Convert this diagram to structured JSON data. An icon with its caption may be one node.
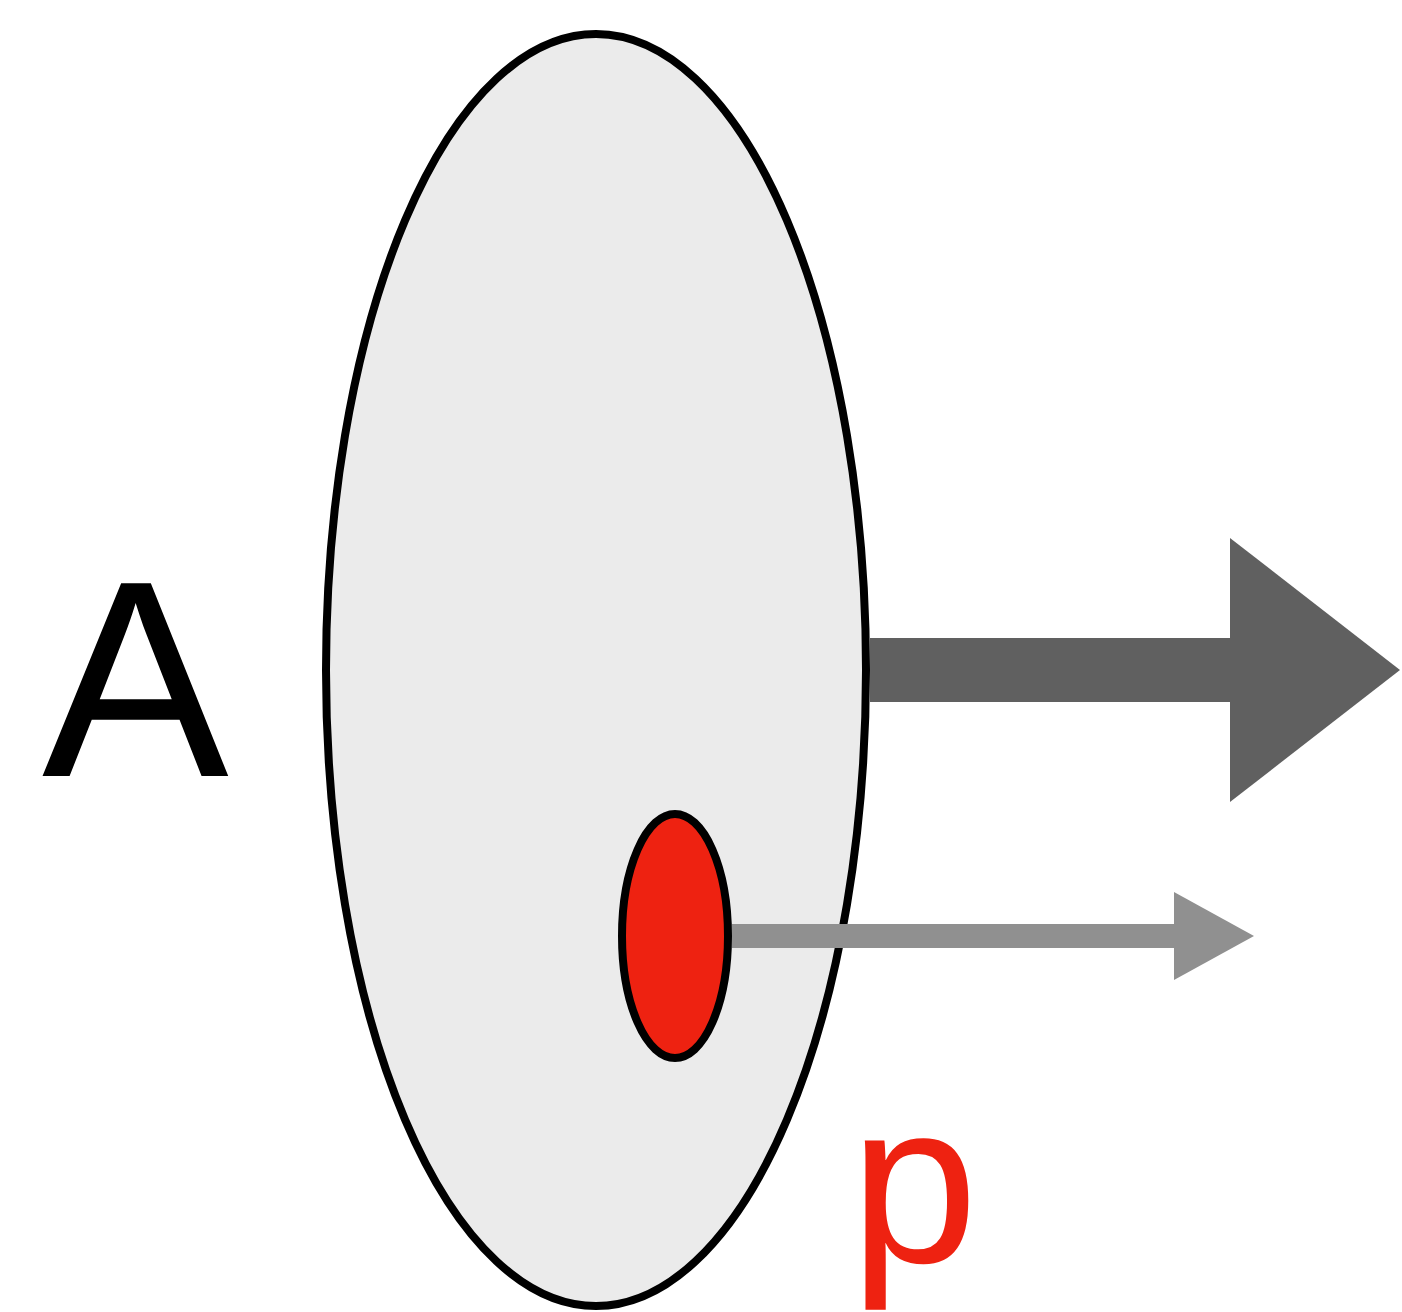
{
  "diagram": {
    "nodes": [
      {
        "text": [],
        "shape": "ellipse",
        "beside": [
          "A"
        ]
      },
      {
        "text": [],
        "shape": "ellipse",
        "in": 0,
        "beside": [
          "p"
        ]
      }
    ],
    "edges": [
      {
        "from": 0,
        "to": null,
        "arrow": "to",
        "style": "thick",
        "color": "#606060"
      },
      {
        "from": 1,
        "to": null,
        "arrow": "to",
        "color": "#909090"
      }
    ]
  }
}
